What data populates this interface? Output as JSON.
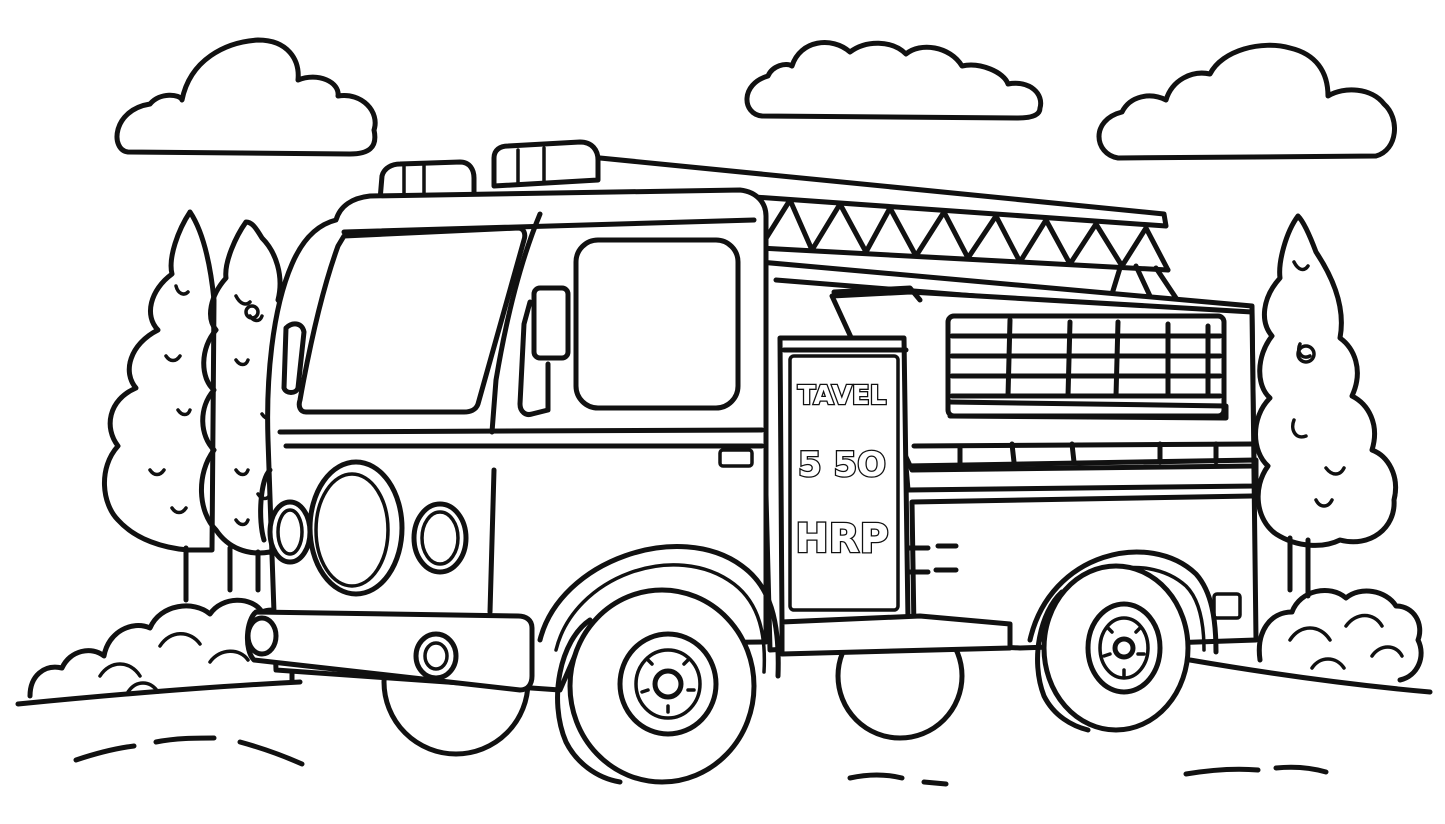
{
  "scene": {
    "door_panel": {
      "line1": "TAVEL",
      "line2": "5 5O",
      "line3": "HRP"
    }
  }
}
